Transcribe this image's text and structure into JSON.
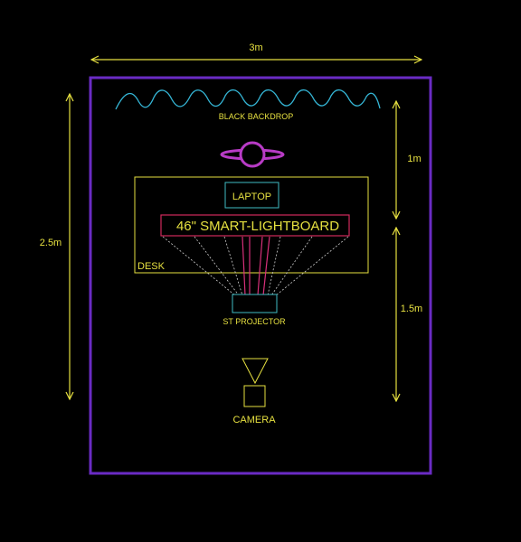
{
  "dimensions": {
    "width": "3m",
    "height": "2.5m",
    "depth_top": "1m",
    "depth_bottom": "1.5m"
  },
  "labels": {
    "backdrop": "BLACK BACKDROP",
    "laptop": "LAPTOP",
    "lightboard": "46\" SMART-LIGHTBOARD",
    "desk": "DESK",
    "projector": "ST PROJECTOR",
    "camera": "CAMERA"
  },
  "colors": {
    "yellow": "#e6e040",
    "room": "#6a2bc4",
    "backdrop": "#35b6d6",
    "presenter": "#b83bc6",
    "laptop": "#3fbcc4",
    "lightboard": "#d02a5c",
    "projector": "#3fbcc4",
    "beam_dotted": "#cfcfcf",
    "beam_solid": "#d7307a"
  }
}
